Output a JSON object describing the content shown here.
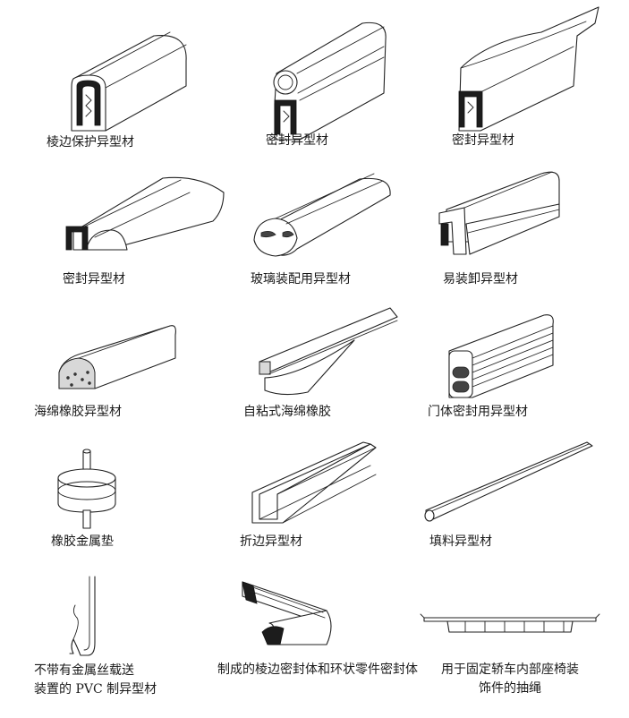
{
  "items": [
    {
      "caption": "棱边保护异型材"
    },
    {
      "caption": "密封异型材"
    },
    {
      "caption": "密封异型材"
    },
    {
      "caption": "密封异型材"
    },
    {
      "caption": "玻璃装配用异型材"
    },
    {
      "caption": "易装卸异型材"
    },
    {
      "caption": "海绵橡胶异型材"
    },
    {
      "caption": "自粘式海绵橡胶"
    },
    {
      "caption": "门体密封用异型材"
    },
    {
      "caption": "橡胶金属垫"
    },
    {
      "caption": "折边异型材"
    },
    {
      "caption": "填料异型材"
    },
    {
      "caption_line1": "不带有金属丝载送",
      "caption_line2": "装置的 PVC 制异型材"
    },
    {
      "caption": "制成的棱边密封体和环状零件密封体"
    },
    {
      "caption_line1": "用于固定轿车内部座椅装",
      "caption_line2": "饰件的抽绳"
    }
  ]
}
